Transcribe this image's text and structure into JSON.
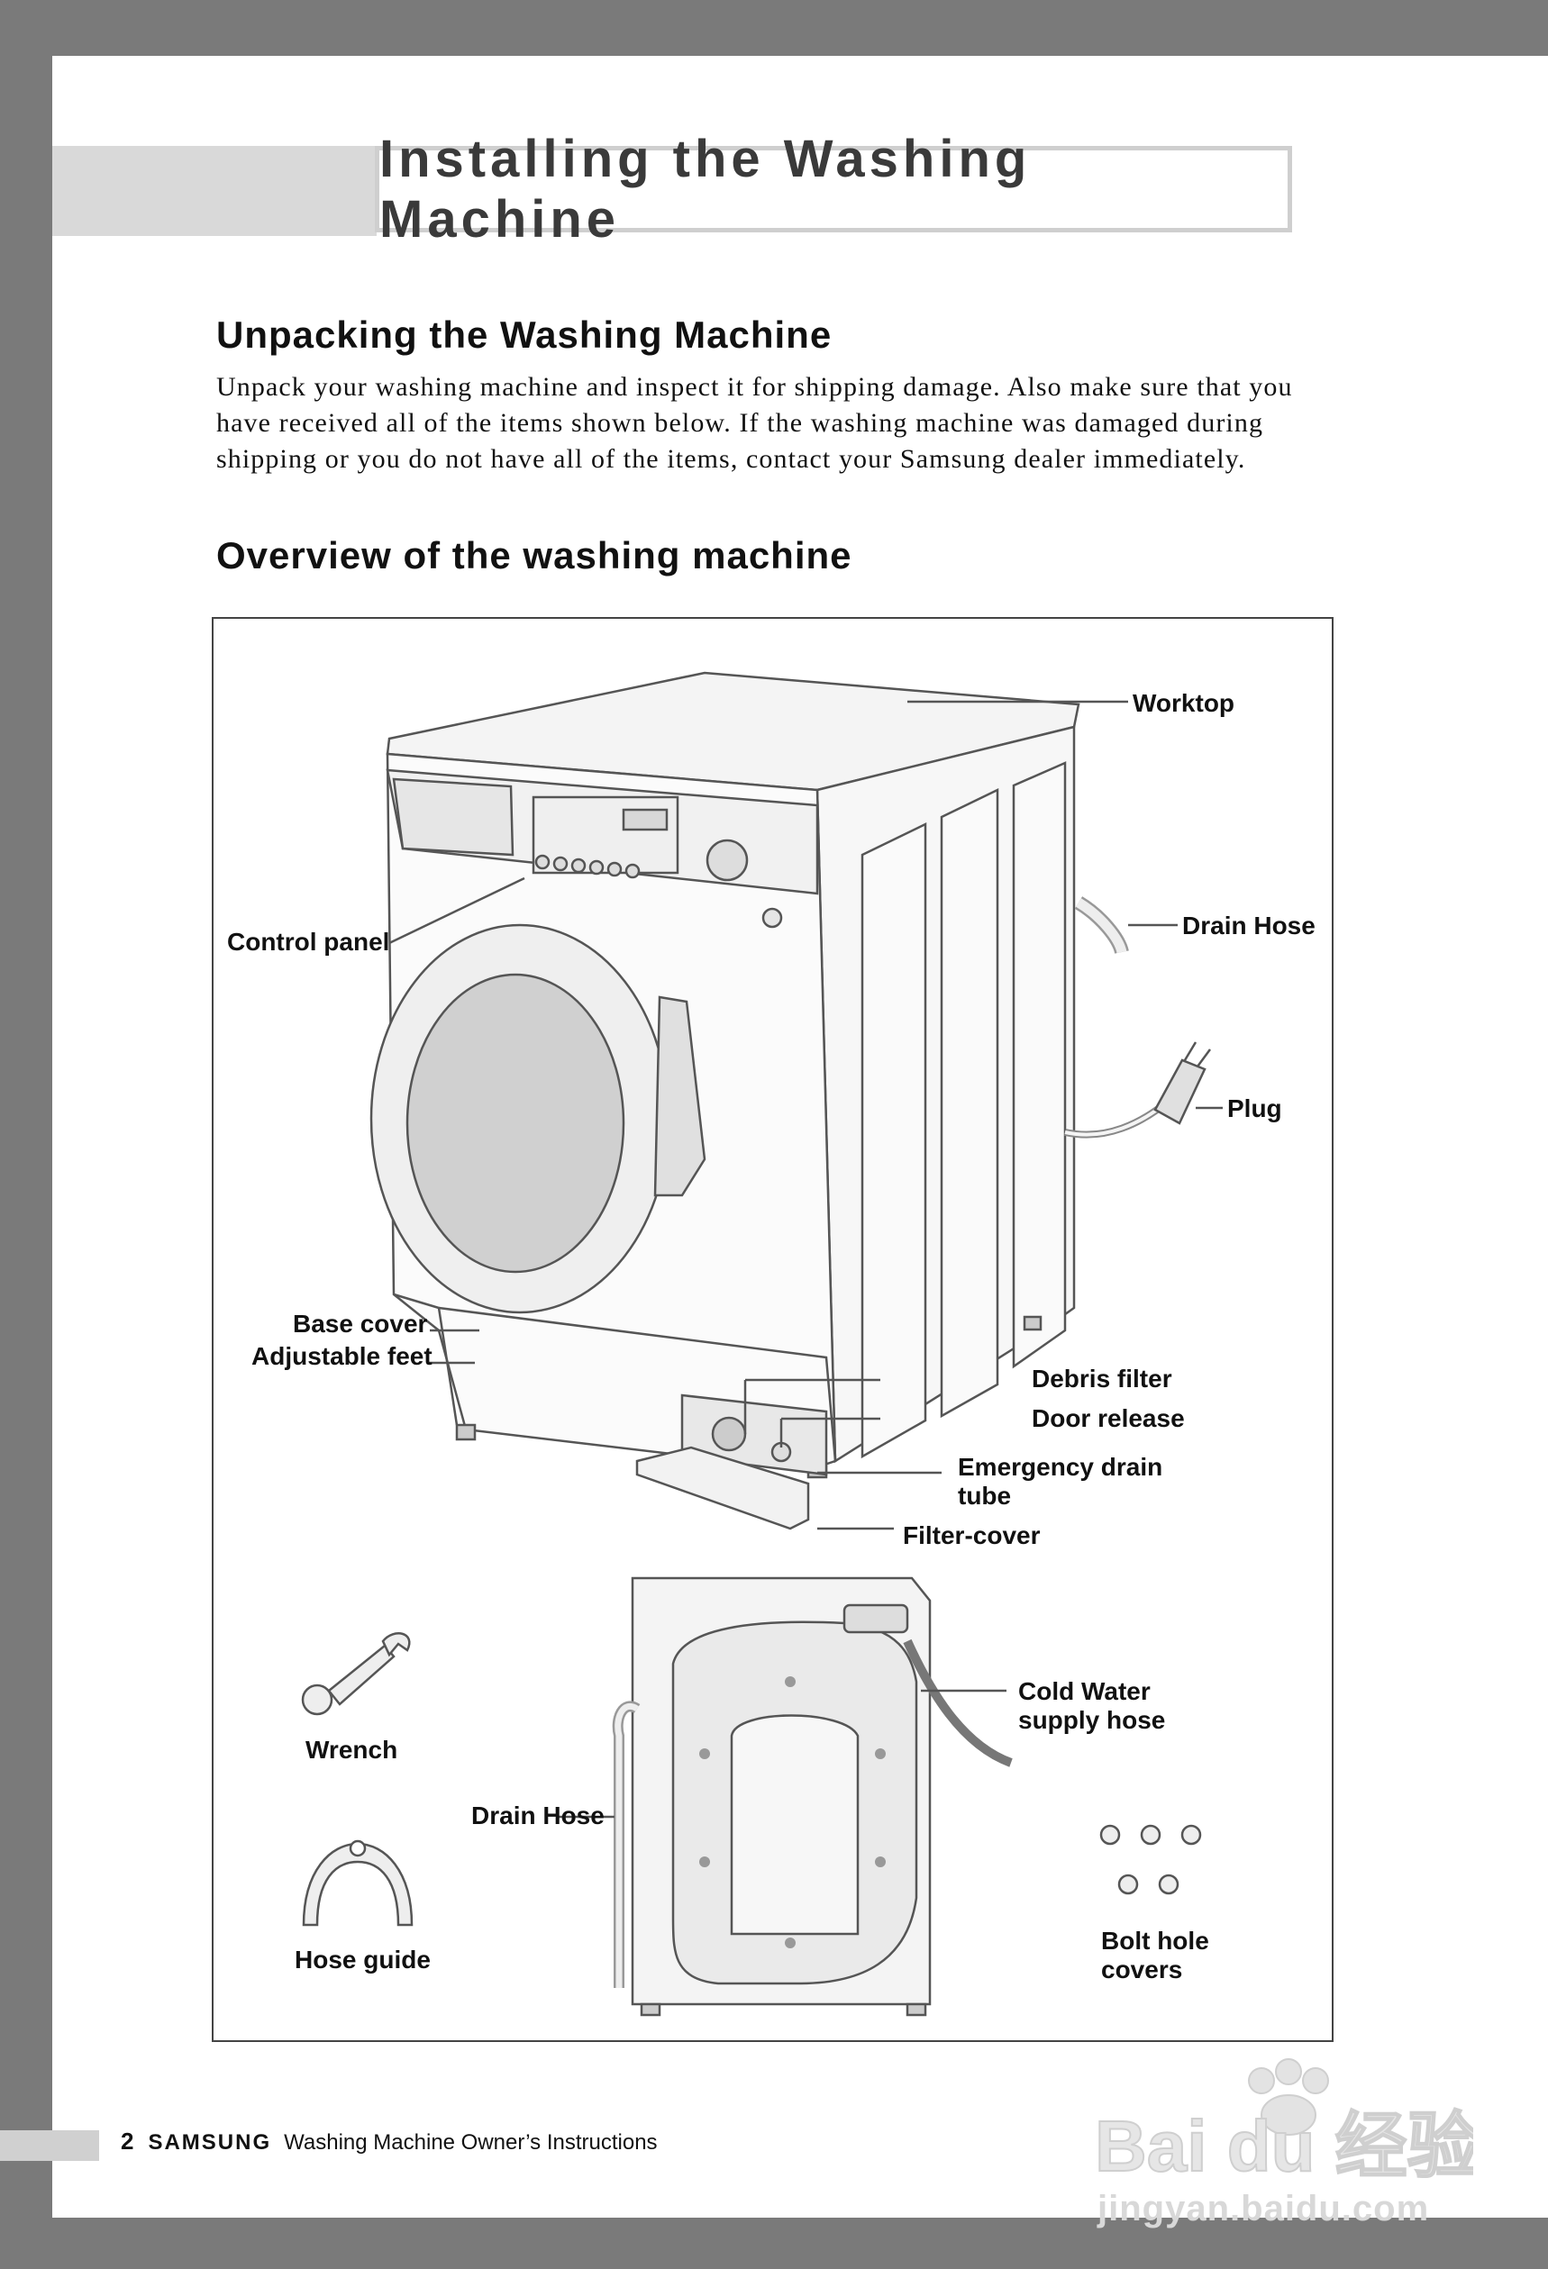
{
  "page_title": "Installing the Washing Machine",
  "sections": {
    "unpacking": {
      "heading": "Unpacking the Washing Machine",
      "body": "Unpack your washing machine and inspect it for shipping damage.  Also make sure that you have received all of the items shown below.  If the washing machine was damaged during shipping or you do not have all of the items, contact your Samsung dealer immediately."
    },
    "overview": {
      "heading": "Overview of the washing machine"
    }
  },
  "figure": {
    "labels": {
      "worktop": "Worktop",
      "drain_hose": "Drain Hose",
      "control_panel": "Control panel",
      "plug": "Plug",
      "base_cover": "Base cover",
      "adjustable_feet": "Adjustable feet",
      "debris_filter": "Debris filter",
      "door_release": "Door release",
      "emergency_drain_tube_1": "Emergency drain",
      "emergency_drain_tube_2": "tube",
      "filter_cover": "Filter-cover",
      "cold_water_1": "Cold Water",
      "cold_water_2": "supply hose",
      "wrench": "Wrench",
      "drain_hose_back": "Drain Hose",
      "hose_guide": "Hose guide",
      "bolt_hole_1": "Bolt hole",
      "bolt_hole_2": "covers"
    }
  },
  "footer": {
    "page_number": "2",
    "brand": "SAMSUNG",
    "text": "Washing Machine Owner’s Instructions"
  },
  "watermark": {
    "logo_text": "Bai du 经验",
    "url": "jingyan.baidu.com"
  }
}
